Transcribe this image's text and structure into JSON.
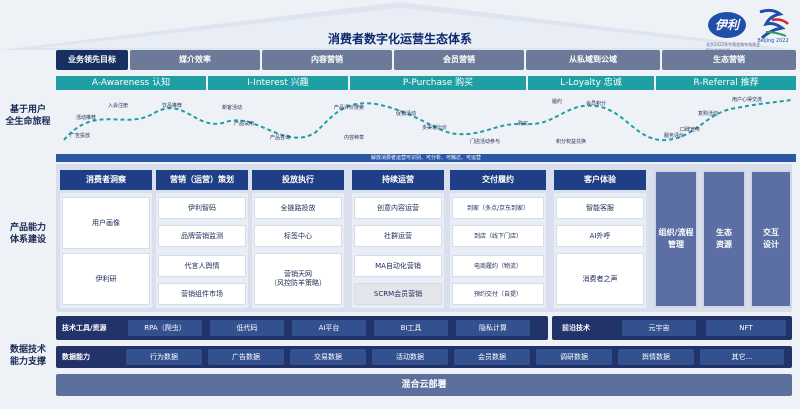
{
  "title": "消费者数字化运营生态体系",
  "logos": {
    "brand": "伊利",
    "olympic": "Beijing 2022",
    "olympic_sub": "北京2022年冬奥会和冬残奥会官方合作伙伴"
  },
  "goals": {
    "head": "业务领先目标",
    "items": [
      "媒介效率",
      "内容营销",
      "会员营销",
      "从私域到公域",
      "生态营销"
    ]
  },
  "aipl": [
    "A-Awareness 认知",
    "I-Interest 兴趣",
    "P-Purchase 购买",
    "L-Loyalty 忠诚",
    "R-Referral 推荐"
  ],
  "journey_label": "基于用户\n全生命旅程",
  "journey_points": [
    "广告投放",
    "活动推荐",
    "入会注册",
    "饮品推荐",
    "新客活动",
    "产品试用",
    "产品咨询",
    "内容种草",
    "产品评价搜索",
    "促销活动",
    "多渠道比价",
    "门店活动参与",
    "购买",
    "履约",
    "会员积分",
    "积分权益兑换",
    "服务评价",
    "用户心得交流",
    "复购活动",
    "口碑宣传"
  ],
  "banner": "解放消费者运营可识别、可分析、可触达、可运营",
  "capability_label": "产品能力\n体系建设",
  "columns": [
    {
      "head": "消费者洞察",
      "cells": [
        "用户画像",
        "伊利研"
      ]
    },
    {
      "head": "营销（运营）策划",
      "cells": [
        "伊利智码",
        "品牌营销监测",
        "代言人舆情",
        "营销组件市场"
      ]
    },
    {
      "head": "投放执行",
      "cells": [
        "全链路投放",
        "标签中心",
        "营销天网\n（风控防羊策略）"
      ]
    },
    {
      "head": "持续运营",
      "cells": [
        "创意内容运营",
        "社群运营",
        "MA自动化营销",
        "SCRM会员营销"
      ]
    },
    {
      "head": "交付履约",
      "cells": [
        "到家（多点/京东到家）",
        "到店（线下门店）",
        "电商履约（物流）",
        "预约交付（自提）"
      ]
    },
    {
      "head": "客户体验",
      "cells": [
        "智能客服",
        "AI外呼",
        "消费者之声"
      ]
    }
  ],
  "right_columns": [
    "组织/流程\n管理",
    "生态\n资源",
    "交互\n设计"
  ],
  "tech_label": "数据技术\n能力支撑",
  "tools": {
    "label": "技术工具/资源",
    "items": [
      "RPA（爬虫）",
      "低代码",
      "AI平台",
      "BI工具",
      "隐私计算"
    ],
    "frontier_label": "前沿技术",
    "frontier_items": [
      "元宇宙",
      "NFT"
    ]
  },
  "data_capability": {
    "label": "数据能力",
    "items": [
      "行为数据",
      "广告数据",
      "交易数据",
      "活动数据",
      "会员数据",
      "调研数据",
      "舆情数据",
      "其它..."
    ]
  },
  "cloud": "混合云部署"
}
